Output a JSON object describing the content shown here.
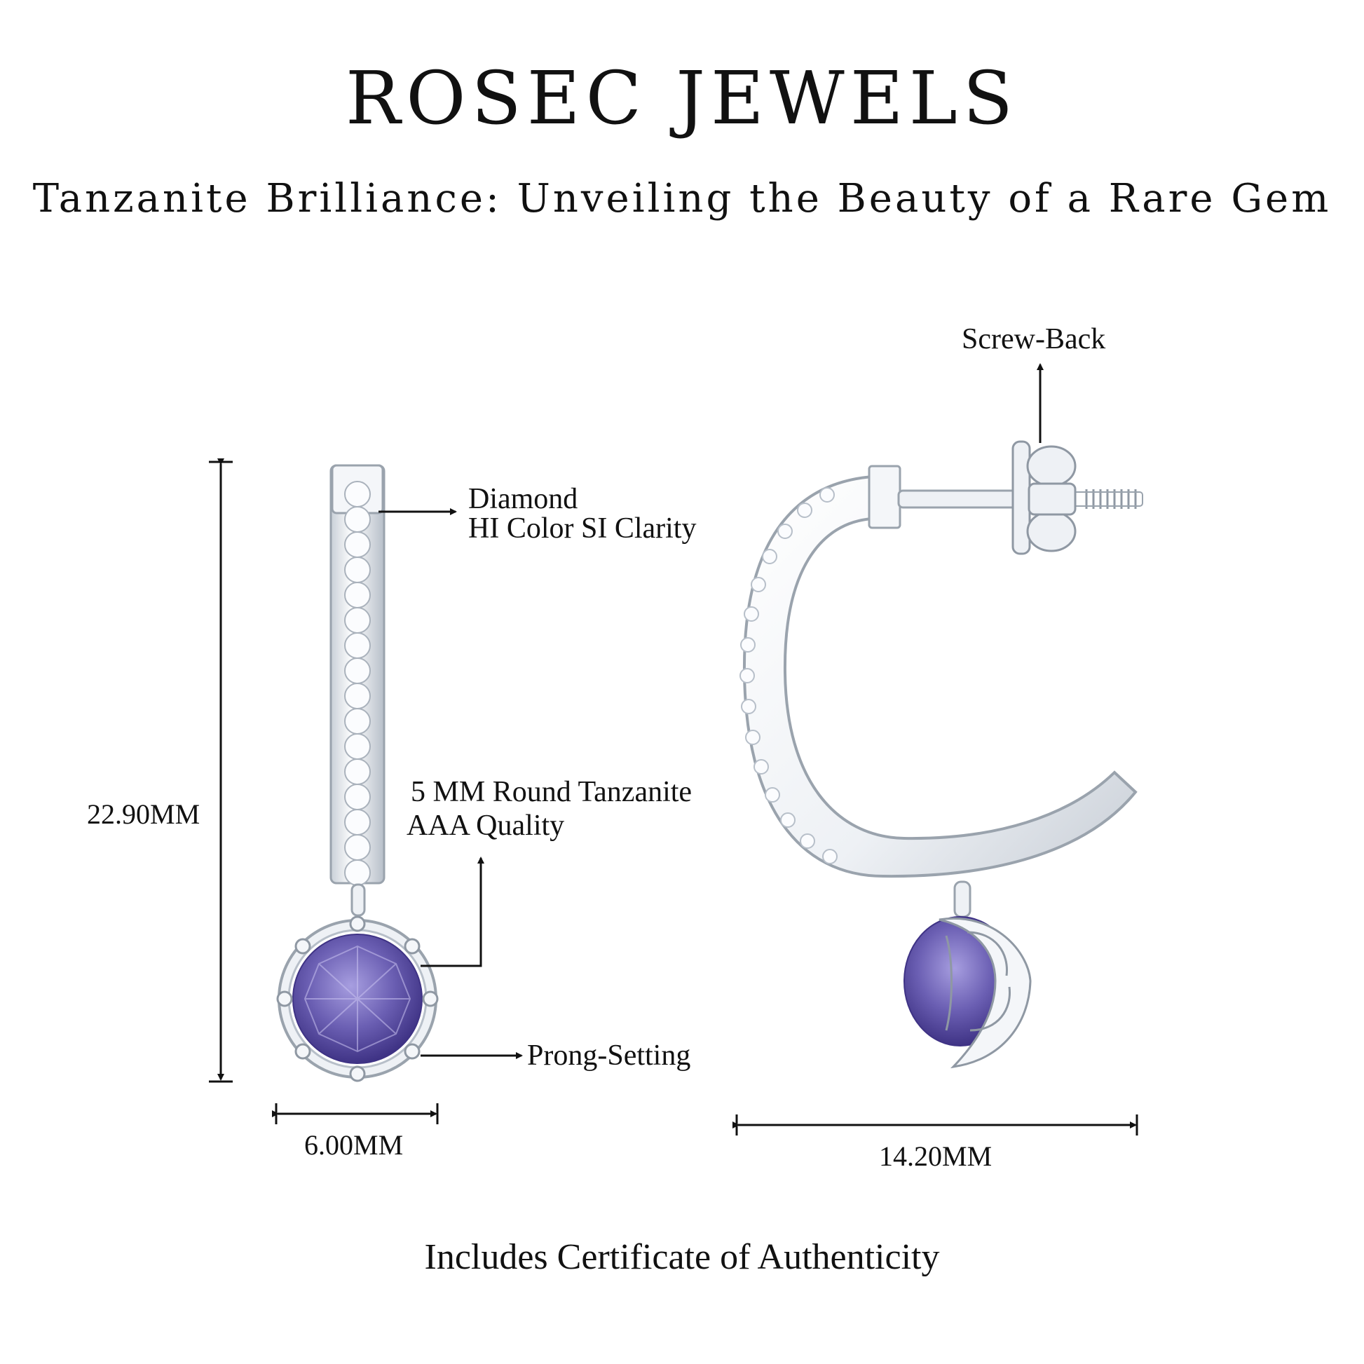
{
  "header": {
    "brand": "ROSEC JEWELS",
    "tagline": "Tanzanite Brilliance: Unveiling the Beauty of a Rare Gem"
  },
  "annotations": {
    "diamond_title": "Diamond",
    "diamond_spec": "HI Color SI Clarity",
    "gem_title": "5 MM Round Tanzanite",
    "gem_quality": "AAA Quality",
    "prong": "Prong-Setting",
    "screw_back": "Screw-Back"
  },
  "dimensions": {
    "height": "22.90MM",
    "front_width": "6.00MM",
    "side_width": "14.20MM"
  },
  "footer": {
    "certificate": "Includes Certificate of Authenticity"
  },
  "colors": {
    "text": "#111111",
    "metal": "#e9edf2",
    "metal_shadow": "#9aa3ad",
    "gem": "#6b5fb3",
    "gem_dark": "#463a8c"
  }
}
